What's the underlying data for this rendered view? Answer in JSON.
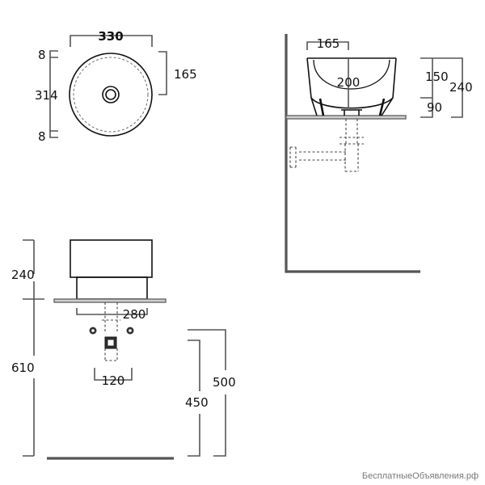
{
  "top_view": {
    "width_label": "330",
    "radius_label": "165",
    "rim_top_label": "8",
    "inner_label": "314",
    "rim_bottom_label": "8"
  },
  "side_view": {
    "radius_label": "165",
    "depth_label": "200",
    "upper_label": "150",
    "lower_label": "90",
    "total_label": "240"
  },
  "front_view": {
    "height_label": "240",
    "base_label": "280",
    "drain_spacing_label": "120",
    "floor_label": "610",
    "pipe_label": "450",
    "outlet_label": "500"
  },
  "watermark": "БесплатныеОбъявления.рф"
}
